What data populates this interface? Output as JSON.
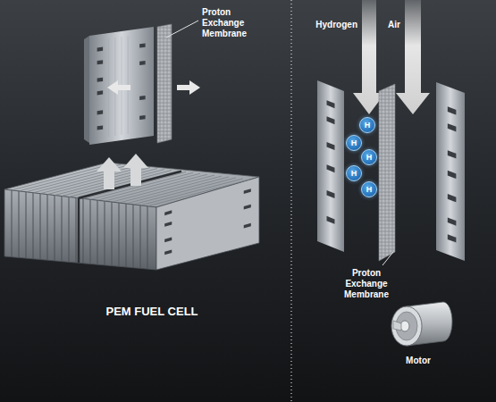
{
  "diagram": {
    "caption": "PEM FUEL CELL",
    "nodes": [
      {
        "text": [
          "H"
        ]
      },
      {
        "text": [
          "H"
        ]
      },
      {
        "text": [
          "H"
        ]
      },
      {
        "text": [
          "H"
        ]
      },
      {
        "text": [
          "H"
        ]
      }
    ],
    "labels": [
      "Proton Exchange Membrane",
      "Hydrogen",
      "Air",
      "Proton Exchange Membrane",
      "Motor"
    ]
  }
}
